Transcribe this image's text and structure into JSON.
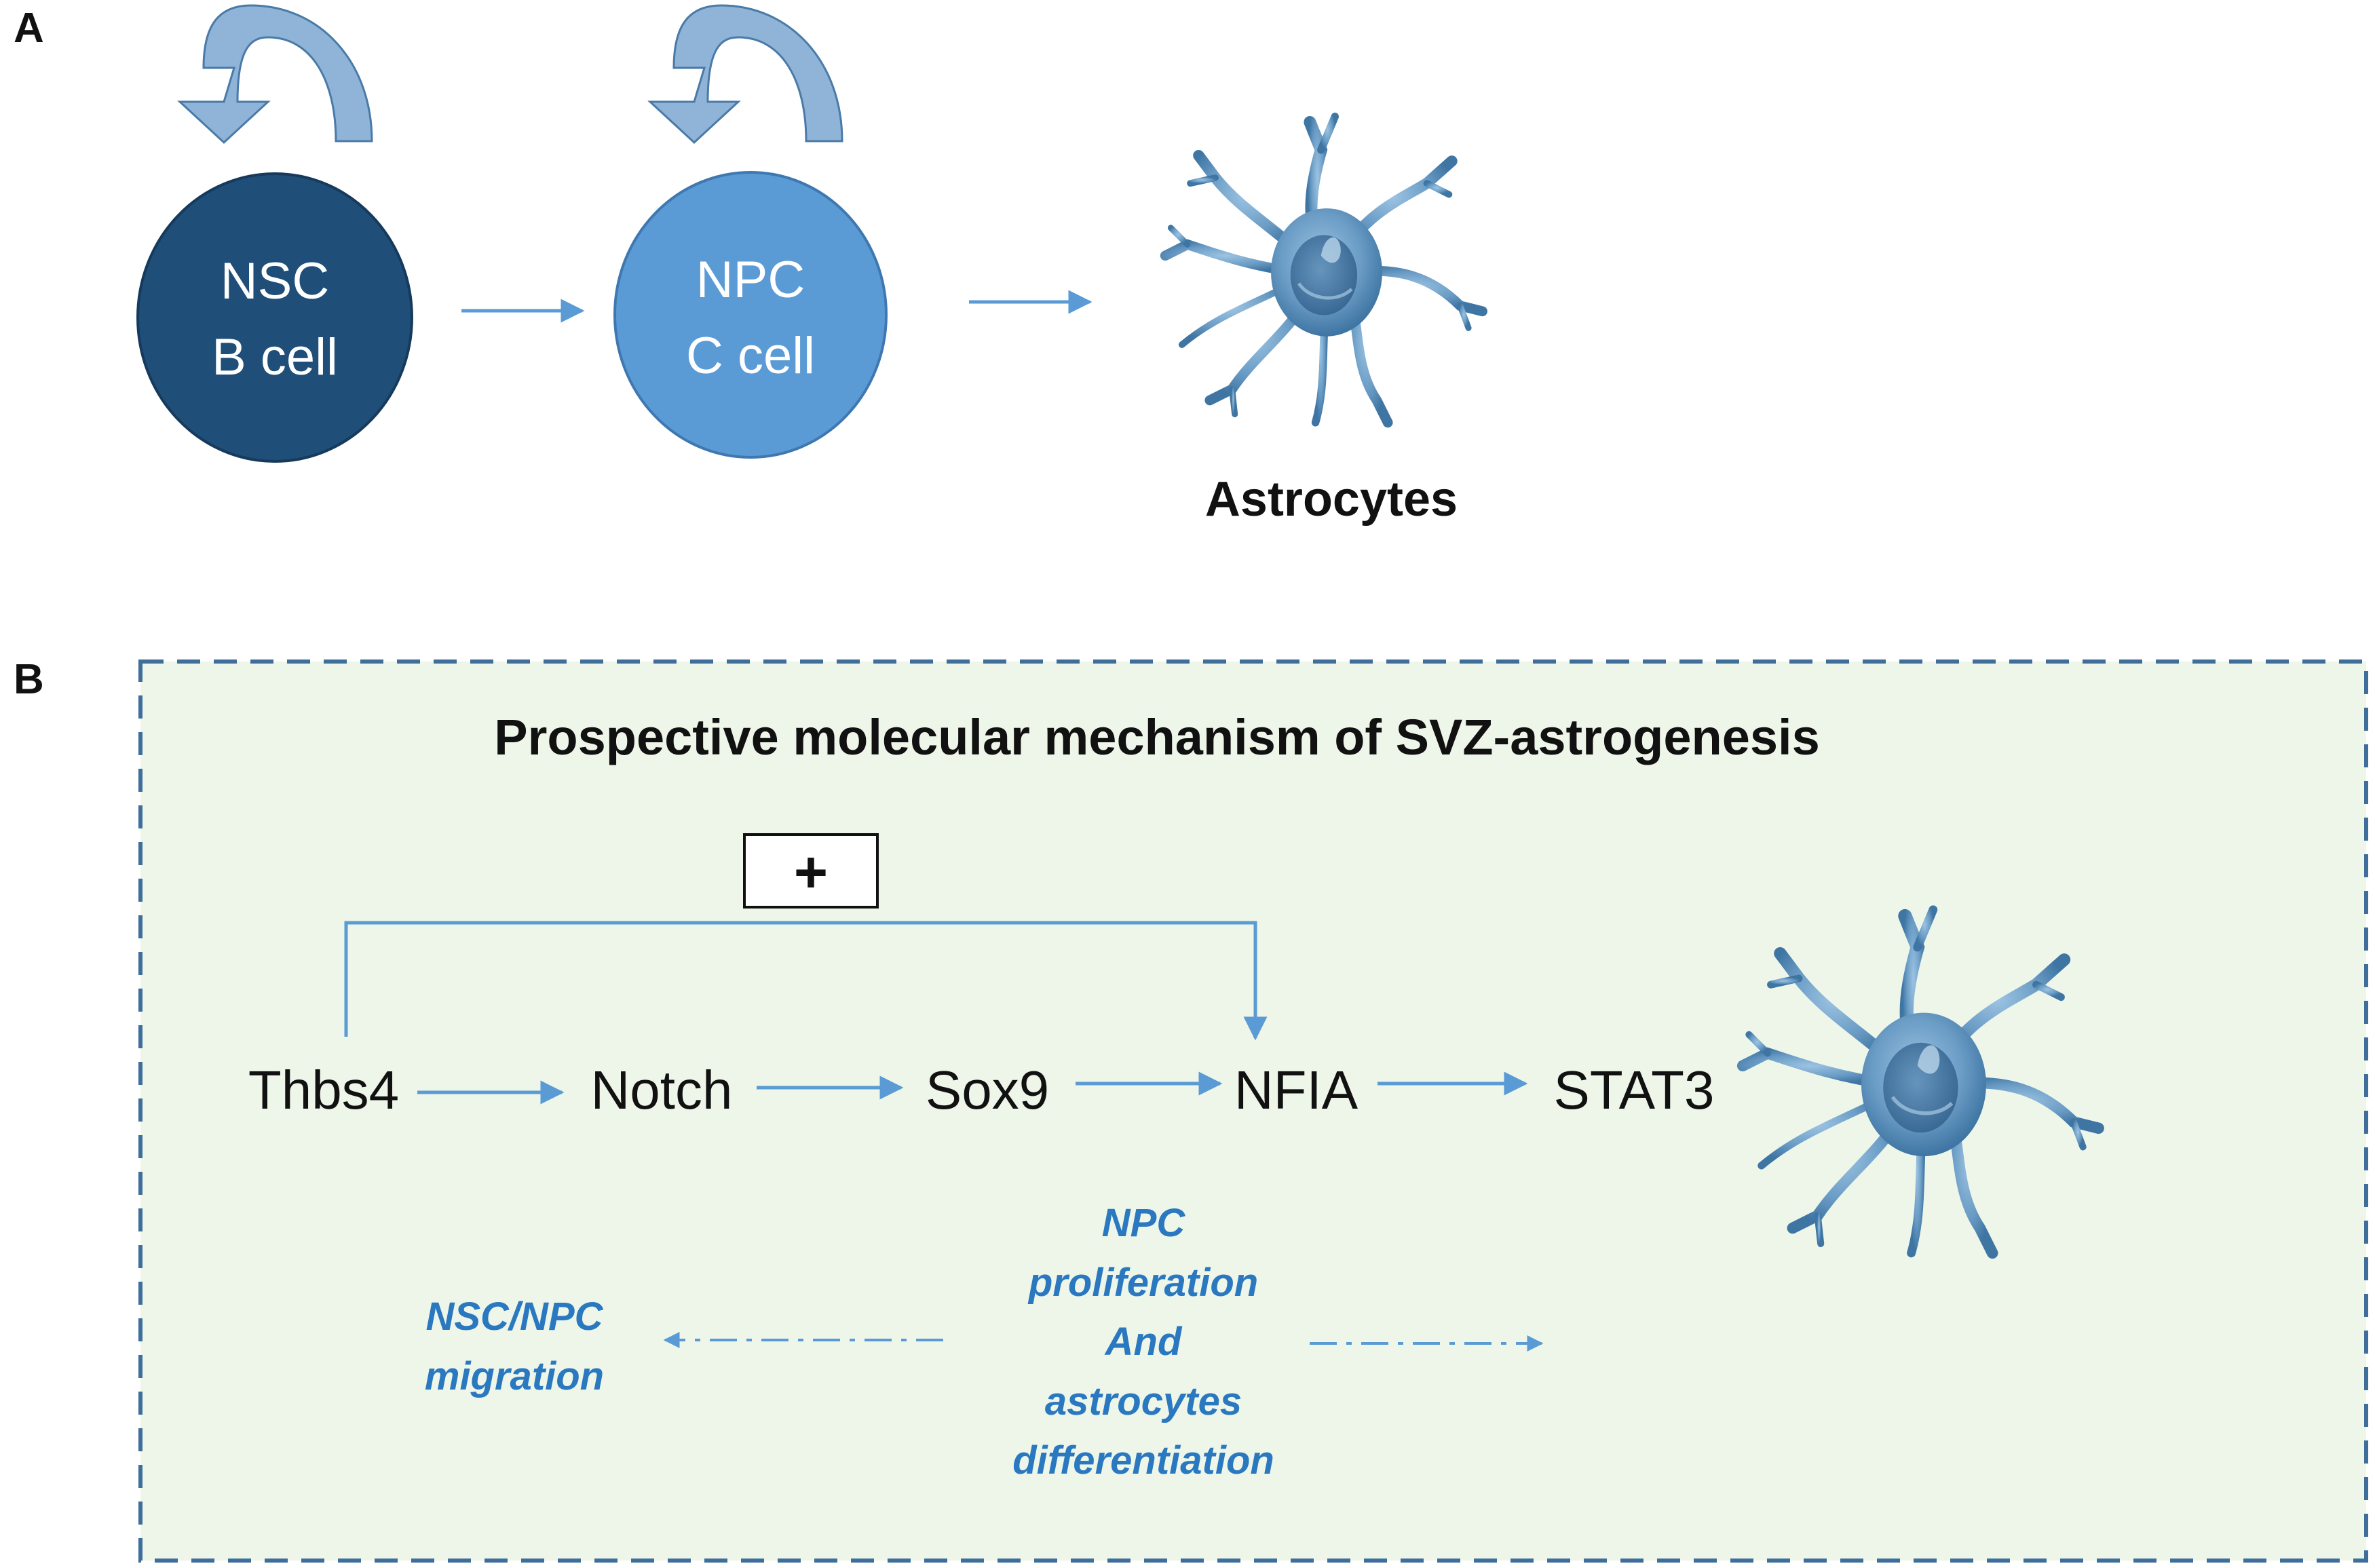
{
  "panels": {
    "a_label": "A",
    "b_label": "B"
  },
  "panel_a": {
    "nsc_line1": "NSC",
    "nsc_line2": "B cell",
    "npc_line1": "NPC",
    "npc_line2": "C cell",
    "astrocytes": "Astrocytes"
  },
  "panel_b": {
    "title": "Prospective molecular mechanism of SVZ-astrogenesis",
    "plus": "+",
    "nodes": [
      "Thbs4",
      "Notch",
      "Sox9",
      "NFIA",
      "STAT3"
    ],
    "left_note": [
      "NSC/NPC",
      "migration"
    ],
    "center_note": [
      "NPC",
      "proliferation",
      "And",
      "astrocytes",
      "differentiation"
    ]
  },
  "colors": {
    "nsc_fill": "#1f4e79",
    "npc_fill": "#5b9bd5",
    "arrow": "#5b9bd5",
    "panel_b_bg": "#eef6ea",
    "panel_b_border": "#3f6e9a",
    "note_text": "#2a78c0",
    "astrocyte": "#6a9cc5"
  }
}
